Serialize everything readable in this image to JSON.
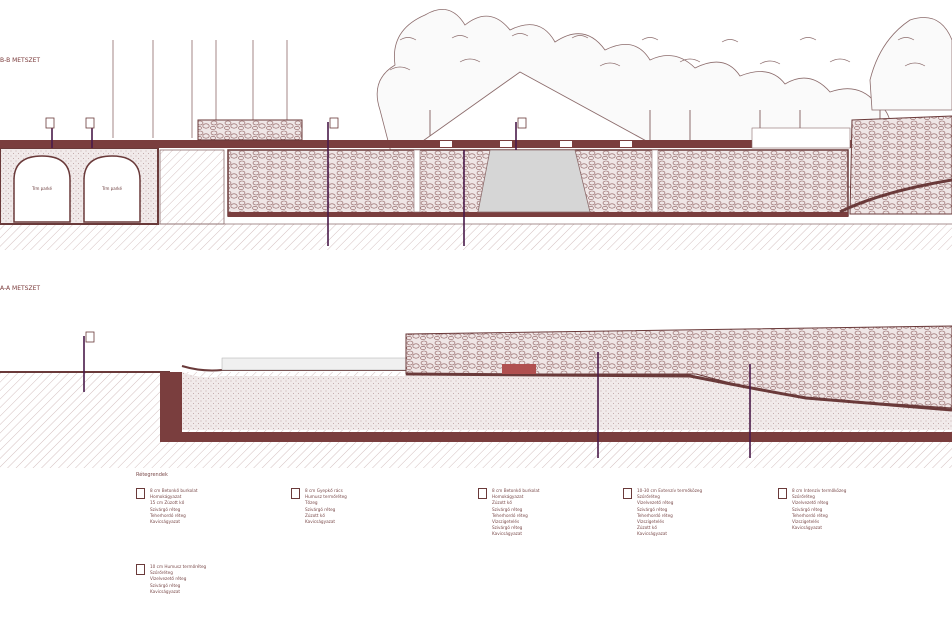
{
  "sections": {
    "top_label": "B-B METSZET",
    "bottom_label": "A-A METSZET",
    "tunnel_left_label": "Trm parké",
    "tunnel_right_label": "Trm parké"
  },
  "legend": {
    "title": "Rétegrendek",
    "columns": [
      [
        "8 cm Betonkő burkolat",
        "Homokágyazat",
        "15 cm Zúzott kő",
        "Szivárgó réteg",
        "Teherhordó réteg",
        "Kavicságyazat"
      ],
      [
        "8 cm Gyepkő rács",
        "Humusz termőréteg",
        "Tőzeg",
        "Szivárgó réteg",
        "Zúzott kő",
        "Kavicságyazat"
      ],
      [
        "8 cm Betonkő burkolat",
        "Homokágyazat",
        "Zúzott kő",
        "Szivárgó réteg",
        "Teherhordó réteg",
        "Vízszigetelés",
        "Szivárgó réteg",
        "Kavicságyazat"
      ],
      [
        "10-30 cm Extenzív termőközeg",
        "Szűrőréteg",
        "Vízelvezető réteg",
        "Szivárgó réteg",
        "Teherhordó réteg",
        "Vízszigetelés",
        "Zúzott kő",
        "Kavicságyazat"
      ],
      [
        "8 cm Intenzív termőközeg",
        "Szűrőréteg",
        "Vízelvezető réteg",
        "Szivárgó réteg",
        "Teherhordó réteg",
        "Vízszigetelés",
        "Kavicságyazat"
      ],
      [
        "10 cm Humusz termőréteg",
        "Szűrőréteg",
        "Vízelvezető réteg",
        "Szivárgó réteg",
        "Kavicságyazat"
      ]
    ]
  }
}
